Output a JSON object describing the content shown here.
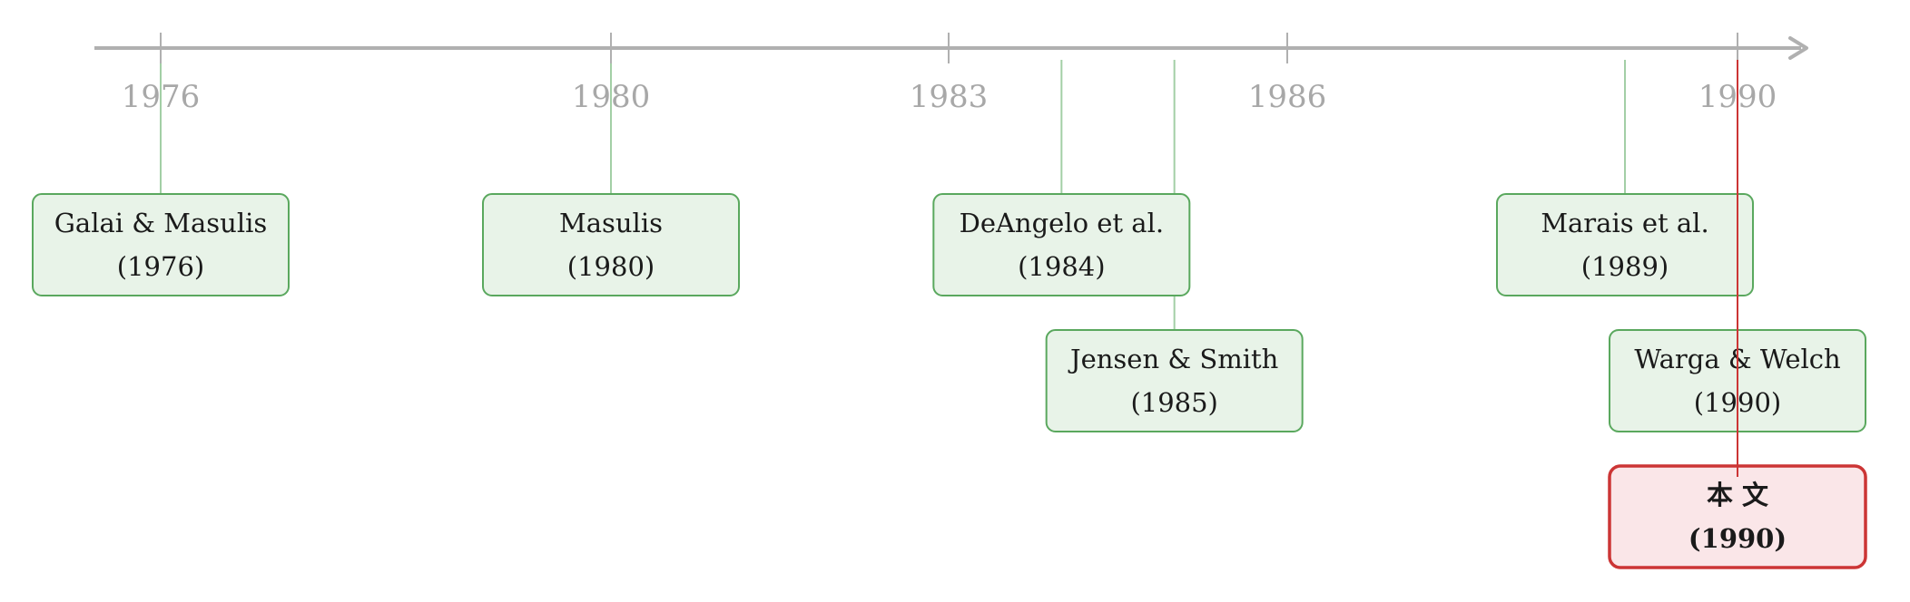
{
  "colors": {
    "axis": "#b0b0b0",
    "tick_label": "#a8a8a8",
    "connector": "#a3cfa6",
    "box_fill": "#e8f3e8",
    "box_stroke": "#5aa85e",
    "highlight_fill": "#fae6e8",
    "highlight_stroke": "#cc3535",
    "highlight_connector": "#cc3535"
  },
  "axis": {
    "ticks": [
      "1976",
      "1980",
      "1983",
      "1986",
      "1990"
    ]
  },
  "events": [
    {
      "title": "Galai & Masulis",
      "year_label": "(1976)",
      "year": 1976
    },
    {
      "title": "Masulis",
      "year_label": "(1980)",
      "year": 1980
    },
    {
      "title": "DeAngelo et al.",
      "year_label": "(1984)",
      "year": 1984
    },
    {
      "title": "Jensen & Smith",
      "year_label": "(1985)",
      "year": 1985
    },
    {
      "title": "Marais et al.",
      "year_label": "(1989)",
      "year": 1989
    },
    {
      "title": "Warga & Welch",
      "year_label": "(1990)",
      "year": 1990
    }
  ],
  "highlight": {
    "title": "本 文",
    "year_label": "(1990)",
    "year": 1990
  }
}
